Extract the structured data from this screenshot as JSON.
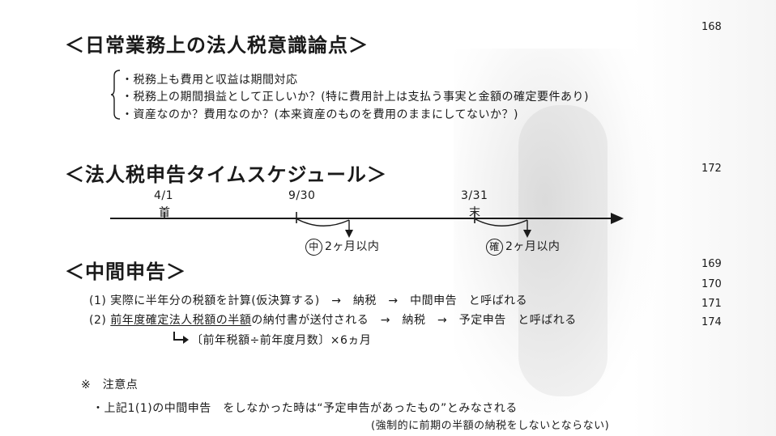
{
  "page_numbers": {
    "p168": "168",
    "p172": "172",
    "p169": "169",
    "p170": "170",
    "p171": "171",
    "p174": "174"
  },
  "section1": {
    "heading": "＜日常業務上の法人税意識論点＞",
    "bullets": [
      "・税務上も費用と収益は期間対応",
      "・税務上の期間損益として正しいか？(特に費用計上は支払う事実と金額の確定要件あり)",
      "・資産なのか？費用なのか？(本来資産のものを費用のままにしてないか？)"
    ]
  },
  "section2": {
    "heading": "＜法人税申告タイムスケジュール＞",
    "timeline": {
      "date_start": "4/1",
      "start_marker": "首",
      "date_mid": "9/30",
      "date_end": "3/31",
      "end_marker": "末",
      "interim_circle": "中",
      "interim_text": "2ヶ月以内",
      "final_circle": "確",
      "final_text": "2ヶ月以内"
    }
  },
  "section3": {
    "heading": "＜中間申告＞",
    "line1": "(1) 実際に半年分の税額を計算(仮決算する)　→　納税　→　中間申告　と呼ばれる",
    "line2_prefix": "(2) ",
    "line2_underlined": "前年度確定法人税額の半額",
    "line2_rest": "の納付書が送付される　→　納税　→　予定申告　と呼ばれる",
    "formula": "〔前年税額÷前年度月数〕×6ヵ月"
  },
  "note": {
    "heading": "※　注意点",
    "line1": "・上記1(1)の中間申告　をしなかった時は“予定申告があったもの”とみなされる",
    "line2": "(強制的に前期の半額の納税をしないとならない)"
  },
  "colors": {
    "ink": "#1a1a1a",
    "background": "#ffffff"
  },
  "icons": [
    "brace-icon",
    "arrow-right-icon",
    "down-arrow-icon",
    "corner-arrow-icon"
  ]
}
